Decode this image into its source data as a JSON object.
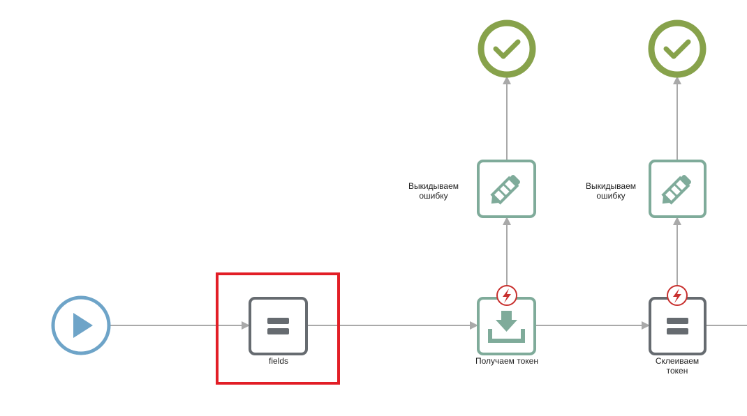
{
  "nodes": {
    "start": {
      "type": "start-event"
    },
    "fields": {
      "label": "fields",
      "type": "script-task"
    },
    "get_token": {
      "label": "Получаем токен",
      "type": "receive-task",
      "has_error_boundary": true
    },
    "glue_token": {
      "label_line1": "Склеиваем",
      "label_line2": "токен",
      "type": "script-task",
      "has_error_boundary": true
    },
    "throw_error_1": {
      "label_line1": "Выкидываем",
      "label_line2": "ошибку",
      "type": "manual-task"
    },
    "throw_error_2": {
      "label_line1": "Выкидываем",
      "label_line2": "ошибку",
      "type": "manual-task"
    },
    "end_1": {
      "type": "end-event"
    },
    "end_2": {
      "type": "end-event"
    }
  },
  "selection": {
    "node": "fields"
  },
  "colors": {
    "start": "#6ea4c8",
    "end": "#87a24b",
    "script_task": "#666b70",
    "user_task": "#7fab9a",
    "error": "#c8302e",
    "edge": "#a9a9a9",
    "selection": "#e21e26"
  }
}
